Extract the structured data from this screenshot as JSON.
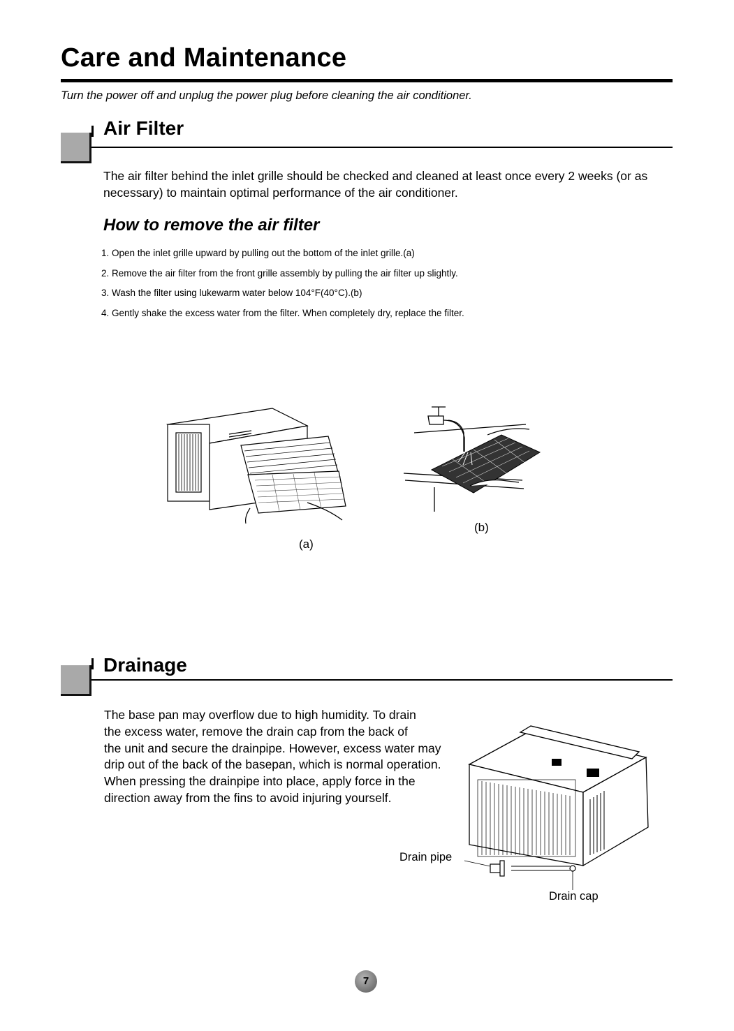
{
  "page": {
    "title": "Care and Maintenance",
    "warning": "Turn the power off and unplug the power plug before cleaning the air conditioner.",
    "page_number": "7"
  },
  "air_filter": {
    "heading": "Air Filter",
    "intro_line1": "The air filter behind the inlet grille should be checked and cleaned at least once every 2 weeks (or as",
    "intro_line2": "necessary) to maintain optimal performance of the air conditioner.",
    "how_to_heading": "How to remove the air filter",
    "steps": [
      "1. Open the inlet grille upward by pulling out the bottom of the inlet grille.(a)",
      "2. Remove the air filter from the front grille assembly by pulling the air filter up  slightly.",
      "3. Wash the filter using lukewarm water below 104°F(40°C).(b)",
      "4. Gently shake the excess water from the filter.  When completely dry, replace the filter."
    ],
    "caption_a": "(a)",
    "caption_b": "(b)"
  },
  "drainage": {
    "heading": "Drainage",
    "lines": [
      "The base pan may overflow due to high humidity. To drain",
      "the excess water, remove the drain cap from the back of",
      "the unit and secure the drainpipe. However, excess water may",
      "drip out of the back of the basepan, which is normal operation.",
      "When pressing the drainpipe into place, apply force in the",
      "direction away from the fins to avoid injuring yourself."
    ],
    "label_drain_pipe": "Drain pipe",
    "label_drain_cap": "Drain cap"
  },
  "icons": [
    "section-marker-icon",
    "air-conditioner-illustration",
    "faucet-illustration",
    "page-number-badge"
  ]
}
